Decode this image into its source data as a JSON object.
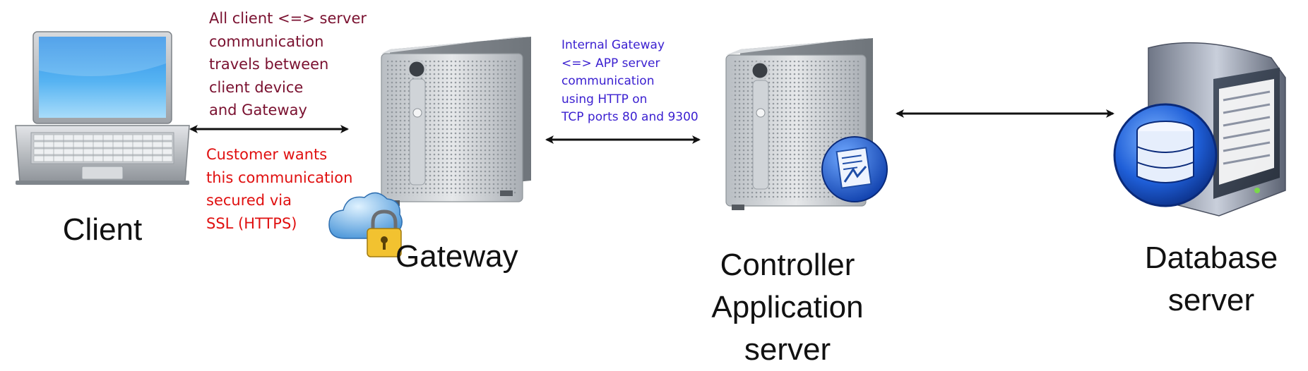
{
  "nodes": {
    "client": {
      "label": "Client"
    },
    "gateway": {
      "label": "Gateway"
    },
    "controller": {
      "label_lines": [
        "Controller",
        "Application",
        "server"
      ]
    },
    "database": {
      "label_lines": [
        "Database",
        "server"
      ]
    }
  },
  "notes": {
    "client_gateway": {
      "lines": [
        "All client <=> server",
        "communication",
        "travels between",
        "client device",
        "and Gateway"
      ],
      "color": "#7a1130"
    },
    "security": {
      "lines": [
        "Customer wants",
        "this communication",
        "secured via",
        "SSL (HTTPS)"
      ],
      "color": "#e01010"
    },
    "internal": {
      "lines": [
        "Internal Gateway",
        "<=> APP server",
        "communication",
        "using HTTP on",
        "TCP ports 80 and 9300"
      ],
      "color": "#3a1fd0"
    }
  }
}
